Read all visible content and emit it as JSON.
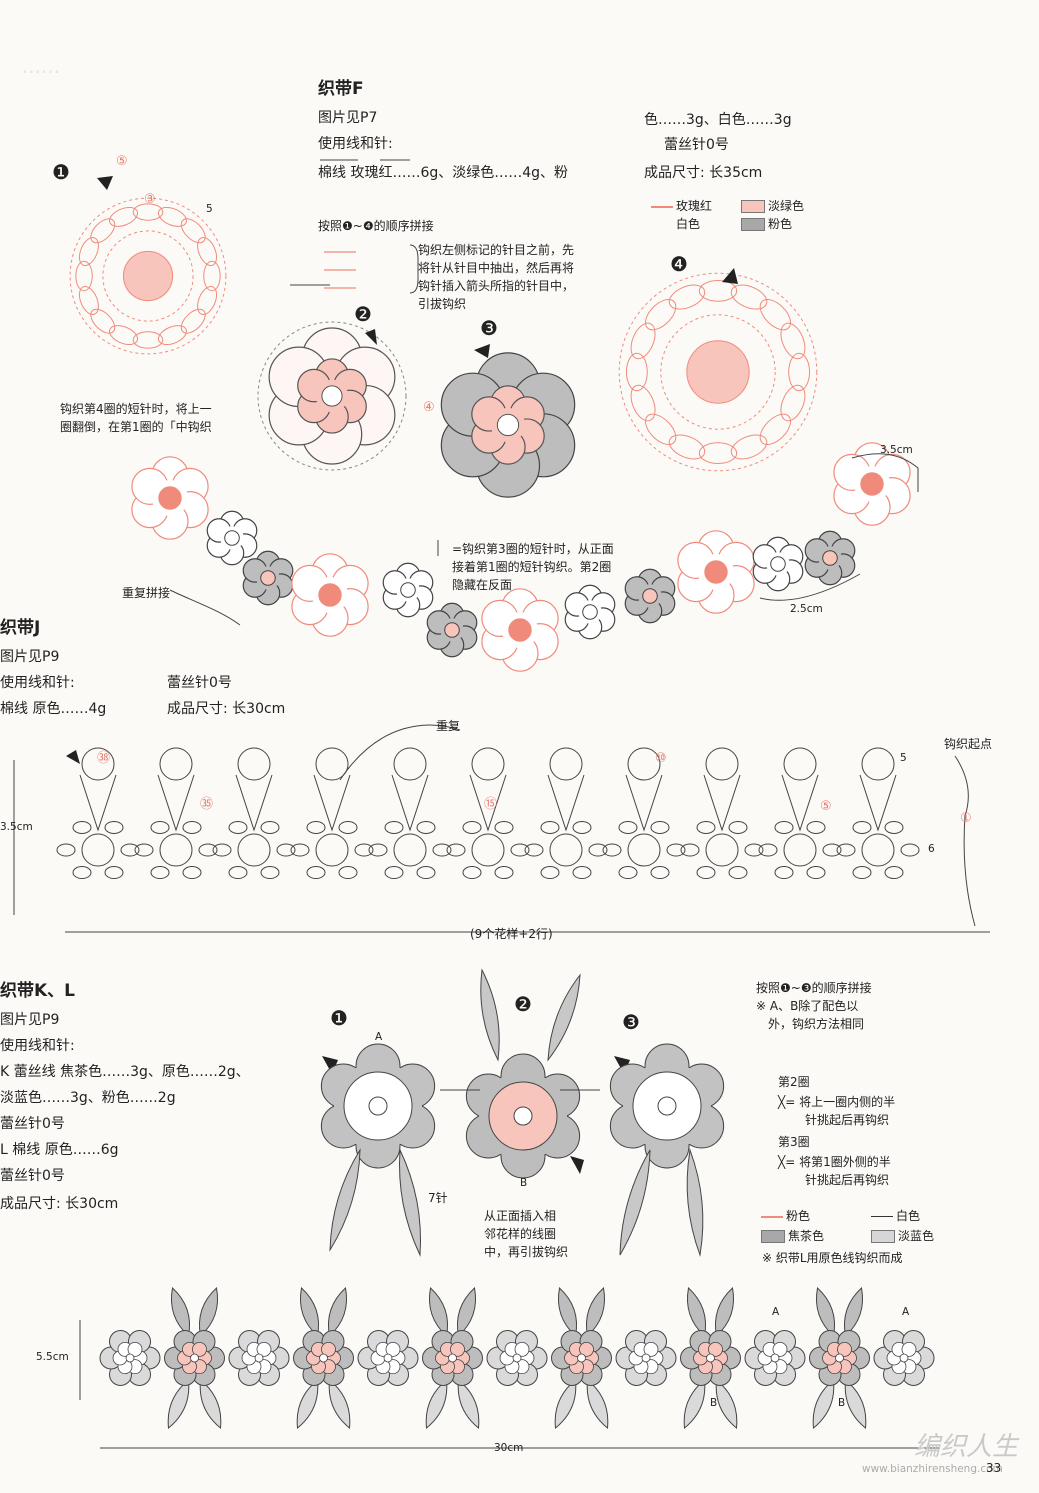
{
  "page_number": "33",
  "watermark": {
    "text": "编织人生",
    "url": "www.bianzhirensheng.com"
  },
  "colors": {
    "rose": "#f08b7c",
    "pink": "#f7c5bb",
    "brown": "#a8a8a8",
    "lightblue": "#d6d6d6",
    "line": "#333333"
  },
  "band_f": {
    "title": "织带F",
    "ref": "图片见P7",
    "tools_label": "使用线和针:",
    "yarn": "棉线 玫瑰红……6g、淡绿色……4g、粉",
    "yarn_cont": "色……3g、白色……3g",
    "hook": "蕾丝针0号",
    "size": "成品尺寸: 长35cm",
    "join_order": "按照❶~❹的顺序拼接",
    "join_note": [
      "钩织左侧标记的针目之前，先",
      "将针从针目中抽出，然后再将",
      "钩针插入箭头所指的针目中，",
      "引拔钩织"
    ],
    "legend": [
      {
        "type": "line",
        "label": "玫瑰红"
      },
      {
        "type": "swatch",
        "color": "pink",
        "label": "淡绿色"
      },
      {
        "type": "line-white",
        "label": "白色"
      },
      {
        "type": "swatch",
        "color": "brown",
        "label": "粉色"
      }
    ],
    "note_round4": [
      "钩织第4圈的短针时，将上一",
      "圈翻倒，在第1圈的「中钩织"
    ],
    "note_round3": [
      "=钩织第3圈的短针时，从正面",
      "接着第1圈的短针钩织。第2圈",
      "隐藏在反面"
    ],
    "repeat_label": "重复拼接",
    "dim_a": "3.5cm",
    "dim_b": "2.5cm",
    "markers": [
      "❶",
      "❷",
      "❸",
      "❹"
    ],
    "circled": [
      "⑤",
      "③",
      "④",
      "5"
    ]
  },
  "band_j": {
    "title": "织带J",
    "ref": "图片见P9",
    "tools_label": "使用线和针:",
    "yarn": "棉线 原色……4g",
    "hook": "蕾丝针0号",
    "size": "成品尺寸: 长30cm",
    "repeat_label": "重复",
    "start_label": "钩织起点",
    "height": "3.5cm",
    "width_note": "(9个花样+2行)",
    "rounds": [
      "㊳",
      "㉟",
      "⑮",
      "⑩",
      "⑤",
      "①",
      "5",
      "6"
    ]
  },
  "band_kl": {
    "title": "织带K、L",
    "ref": "图片见P9",
    "tools_label": "使用线和针:",
    "yarn_k": "K 蕾丝线 焦茶色……3g、原色……2g、",
    "yarn_k2": "淡蓝色……3g、粉色……2g",
    "hook_k": "蕾丝针0号",
    "yarn_l": "L 棉线 原色……6g",
    "hook_l": "蕾丝针0号",
    "size": "成品尺寸: 长30cm",
    "join_order": "按照❶~❸的顺序拼接",
    "join_note": [
      "※ A、B除了配色以",
      "外，钩织方法相同"
    ],
    "round2_title": "第2圈",
    "round2_note": [
      "╳= 将上一圈内侧的半",
      "针挑起后再钩织"
    ],
    "round3_title": "第3圈",
    "round3_note": [
      "╳= 将第1圈外侧的半",
      "针挑起后再钩织"
    ],
    "stitch_note": [
      "从正面插入相",
      "邻花样的线圈",
      "中，再引拔钩织"
    ],
    "stitch_count": "7针",
    "legend": [
      {
        "type": "line",
        "label": "粉色"
      },
      {
        "type": "line-dark",
        "label": "白色"
      },
      {
        "type": "swatch",
        "color": "brown",
        "label": "焦茶色"
      },
      {
        "type": "swatch",
        "color": "lightblue",
        "label": "淡蓝色"
      }
    ],
    "legend_note": "※ 织带L用原色线钩织而成",
    "height": "5.5cm",
    "width": "30cm",
    "labels_a": [
      "A",
      "A",
      "A"
    ],
    "labels_b": [
      "B",
      "B",
      "B"
    ],
    "markers": [
      "❶",
      "❷",
      "❸"
    ]
  }
}
